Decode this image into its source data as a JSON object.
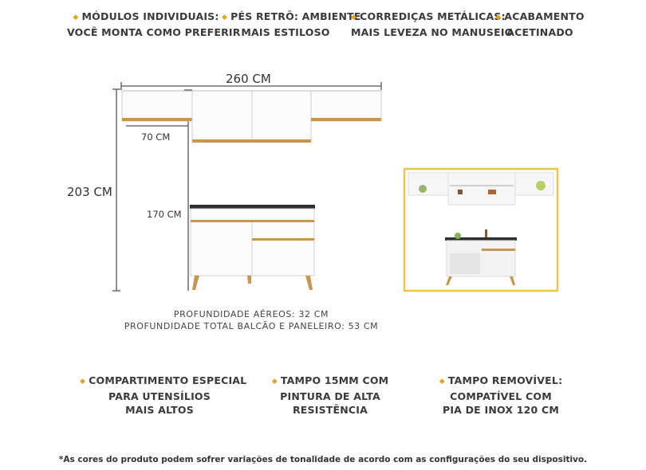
{
  "features_top": [
    {
      "line1": "MÓDULOS INDIVIDUAIS:",
      "line2": "VOCÊ MONTA COMO PREFERIR"
    },
    {
      "line1": "PÉS RETRÔ: AMBIENTE",
      "line2": "MAIS ESTILOSO"
    },
    {
      "line1": "CORREDIÇAS METÁLICAS:",
      "line2": "MAIS LEVEZA NO MANUSEIO"
    },
    {
      "line1": "ACABAMENTO",
      "line2": "ACETINADO"
    }
  ],
  "dimensions": {
    "width": "260 CM",
    "height": "203 CM",
    "upper_height": "70 CM",
    "lower_height": "170 CM"
  },
  "depth": {
    "line1": "PROFUNDIDADE AÉREOS: 32 CM",
    "line2": "PROFUNDIDADE TOTAL BALCÃO E PANELEIRO: 53 CM"
  },
  "features_bottom": [
    {
      "line1": "COMPARTIMENTO ESPECIAL",
      "line2": "PARA UTENSÍLIOS",
      "line3": "MAIS ALTOS"
    },
    {
      "line1": "TAMPO 15MM COM",
      "line2": "PINTURA DE ALTA",
      "line3": "RESISTÊNCIA"
    },
    {
      "line1": "TAMPO REMOVÍVEL:",
      "line2": "COMPATÍVEL COM",
      "line3": "PIA DE INOX 120 CM"
    }
  ],
  "disclaimer": "*As cores do produto podem sofrer variações de tonalidade de acordo com as configurações do seu dispositivo.",
  "colors": {
    "accent": "#e0a620",
    "wood": "#c8964f",
    "cabinet": "#ffffff",
    "frame": "#e8c84a"
  }
}
